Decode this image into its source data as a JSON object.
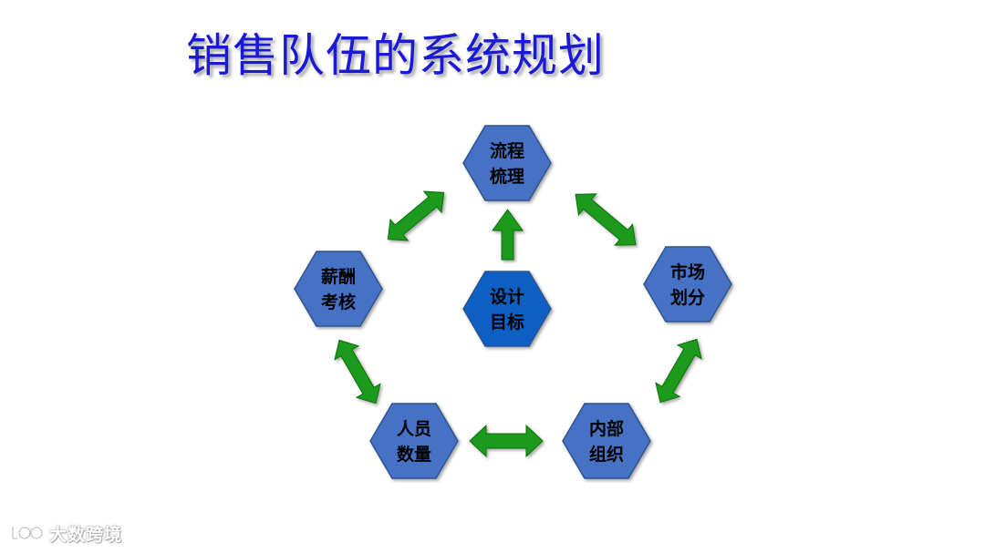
{
  "title": "销售队伍的系统规划",
  "nodes": {
    "process": {
      "line1": "流程",
      "line2": "梳理"
    },
    "market": {
      "line1": "市场",
      "line2": "划分"
    },
    "internal": {
      "line1": "内部",
      "line2": "组织"
    },
    "staffing": {
      "line1": "人员",
      "line2": "数量"
    },
    "compensation": {
      "line1": "薪酬",
      "line2": "考核"
    },
    "goals": {
      "line1": "设计",
      "line2": "目标"
    }
  },
  "watermark": {
    "text": "大数跨境"
  },
  "colors": {
    "title": "#1a1ad6",
    "hexagon_outer": "#4472c4",
    "hexagon_center": "#0a5fc4",
    "hexagon_border": "#2f528f",
    "arrow": "#1a9a1a"
  }
}
